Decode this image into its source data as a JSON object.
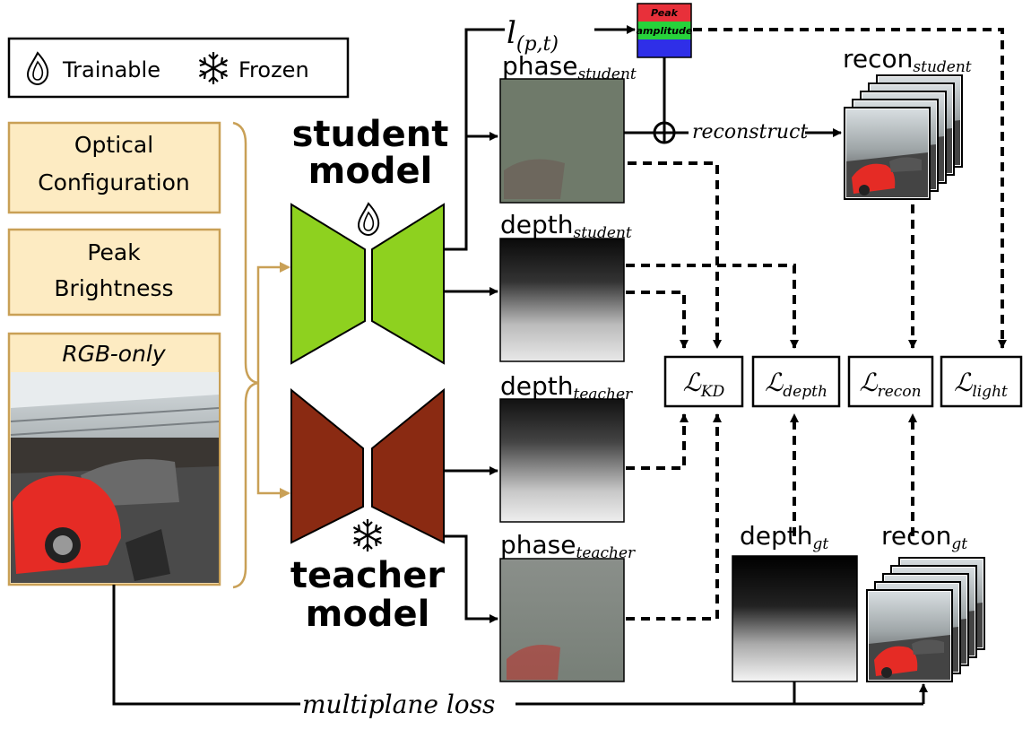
{
  "legend": {
    "trainable": "Trainable",
    "frozen": "Frozen"
  },
  "inputs": {
    "optical": [
      "Optical",
      "Configuration"
    ],
    "peak": [
      "Peak",
      "Brightness"
    ],
    "rgb": "RGB-only"
  },
  "models": {
    "student": [
      "student",
      "model"
    ],
    "teacher": [
      "teacher",
      "model"
    ]
  },
  "outputs": {
    "phase": "phase",
    "depth": "depth",
    "recon": "recon",
    "sub_student": "student",
    "sub_teacher": "teacher",
    "sub_gt": "gt"
  },
  "lpt": {
    "l": "l",
    "sub": "(p,t)"
  },
  "amplitude_box": {
    "top": "Peak",
    "mid": "amplitude"
  },
  "reconstruct": "reconstruct",
  "losses": {
    "symbol": "ℒ",
    "kd": "KD",
    "depth": "depth",
    "recon": "recon",
    "light": "light"
  },
  "multiplane": "multiplane loss",
  "colors": {
    "input_box_fill": "#fdebc2",
    "input_box_stroke": "#c9a056",
    "brace": "#c9a056",
    "student": "#8ed11f",
    "teacher": "#8a2a12",
    "phase_fill": "#6f7a6a",
    "amp_red": "#e8303a",
    "amp_green": "#27d23b",
    "amp_blue": "#2f2fe8"
  }
}
